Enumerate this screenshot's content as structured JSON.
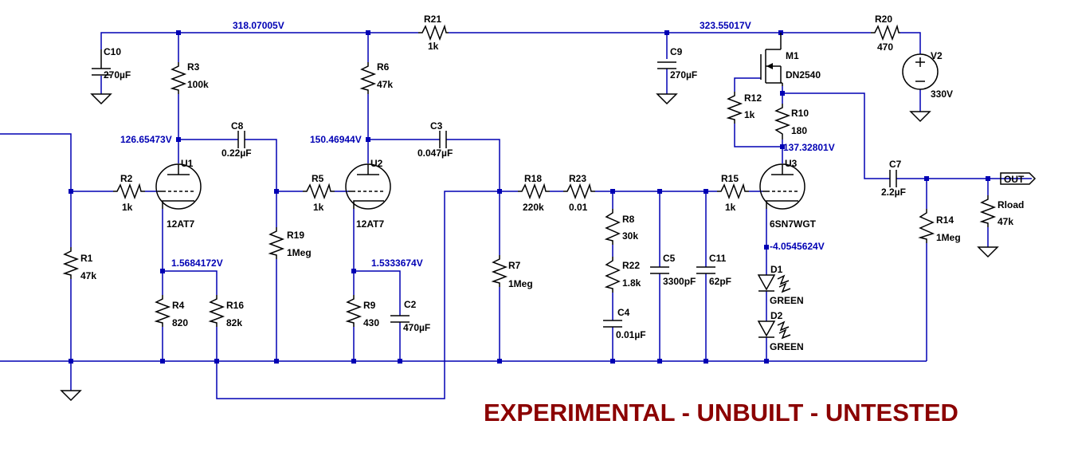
{
  "node_voltages": {
    "v318": "318.07005V",
    "v323": "323.55017V",
    "v126": "126.65473V",
    "v150": "150.46944V",
    "v137": "137.32801V",
    "v1568": "1.5684172V",
    "v1533": "1.5333674V",
    "v4054": "-4.0545624V"
  },
  "components": {
    "C10": {
      "ref": "C10",
      "value": "270µF"
    },
    "R3": {
      "ref": "R3",
      "value": "100k"
    },
    "C8": {
      "ref": "C8",
      "value": "0.22µF"
    },
    "R6": {
      "ref": "R6",
      "value": "47k"
    },
    "C3": {
      "ref": "C3",
      "value": "0.047µF"
    },
    "R21": {
      "ref": "R21",
      "value": "1k"
    },
    "C9": {
      "ref": "C9",
      "value": "270µF"
    },
    "M1": {
      "ref": "M1",
      "value": "DN2540"
    },
    "R20": {
      "ref": "R20",
      "value": "470"
    },
    "V2": {
      "ref": "V2",
      "value": "330V"
    },
    "R12": {
      "ref": "R12",
      "value": "1k"
    },
    "R10": {
      "ref": "R10",
      "value": "180"
    },
    "R2": {
      "ref": "R2",
      "value": "1k"
    },
    "U1": {
      "ref": "U1",
      "value": "12AT7"
    },
    "R5": {
      "ref": "R5",
      "value": "1k"
    },
    "U2": {
      "ref": "U2",
      "value": "12AT7"
    },
    "R18": {
      "ref": "R18",
      "value": "220k"
    },
    "R23": {
      "ref": "R23",
      "value": "0.01"
    },
    "R15": {
      "ref": "R15",
      "value": "1k"
    },
    "U3": {
      "ref": "U3",
      "value": "6SN7WGT"
    },
    "C7": {
      "ref": "C7",
      "value": "2.2µF"
    },
    "Rload": {
      "ref": "Rload",
      "value": "47k"
    },
    "R14": {
      "ref": "R14",
      "value": "1Meg"
    },
    "R1": {
      "ref": "R1",
      "value": "47k"
    },
    "R19": {
      "ref": "R19",
      "value": "1Meg"
    },
    "R7": {
      "ref": "R7",
      "value": "1Meg"
    },
    "R8": {
      "ref": "R8",
      "value": "30k"
    },
    "R22": {
      "ref": "R22",
      "value": "1.8k"
    },
    "C4": {
      "ref": "C4",
      "value": "0.01µF"
    },
    "C5": {
      "ref": "C5",
      "value": "3300pF"
    },
    "C11": {
      "ref": "C11",
      "value": "62pF"
    },
    "R4": {
      "ref": "R4",
      "value": "820"
    },
    "R16": {
      "ref": "R16",
      "value": "82k"
    },
    "R9": {
      "ref": "R9",
      "value": "430"
    },
    "C2": {
      "ref": "C2",
      "value": "470µF"
    },
    "D1": {
      "ref": "D1",
      "value": "GREEN"
    },
    "D2": {
      "ref": "D2",
      "value": "GREEN"
    }
  },
  "output_port": "OUT",
  "warning_text": "EXPERIMENTAL - UNBUILT - UNTESTED",
  "colors": {
    "wire": "#0000b4",
    "symbol": "#000000",
    "warning": "#8b0000"
  }
}
